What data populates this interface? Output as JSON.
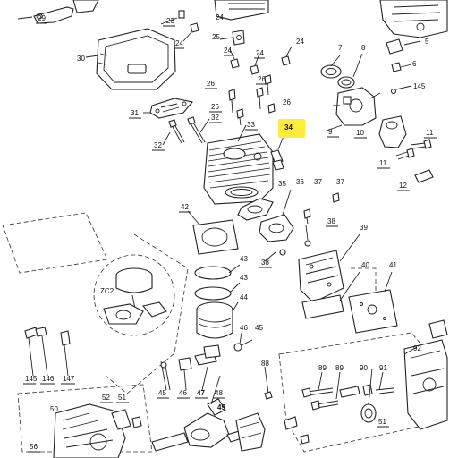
{
  "diagram": {
    "highlight_color": "#ffeb3b",
    "line_color": "#222222",
    "labels": {
      "l29": "29",
      "l30": "30",
      "l23": "23",
      "l24a": "24",
      "l24b": "24",
      "l24c": "24",
      "l24d": "24",
      "l25": "25",
      "l7": "7",
      "l8": "8",
      "l5": "5",
      "l6": "6",
      "l145": "145",
      "l26a": "26",
      "l26b": "26",
      "l26c": "26",
      "l26d": "26",
      "l31": "31",
      "l32a": "32",
      "l32b": "32",
      "l33": "33",
      "l34": "34",
      "l9": "9",
      "l10": "10",
      "l11a": "11",
      "l11b": "11",
      "l12": "12",
      "l35": "35",
      "l36": "36",
      "l37a": "37",
      "l37b": "37",
      "l42": "42",
      "l38a": "38",
      "l38b": "38",
      "l39": "39",
      "l40": "40",
      "l41": "41",
      "l43a": "43",
      "l43b": "43",
      "l44": "44",
      "l46a": "46",
      "l45a": "45",
      "zc2": "ZC2",
      "l145b": "145",
      "l146": "146",
      "l147": "147",
      "l88": "88",
      "l89a": "89",
      "l89b": "89",
      "l90": "90",
      "l91": "91",
      "l92": "92",
      "l45b": "45",
      "l46b": "46",
      "l47": "47",
      "l48": "48",
      "l49": "49",
      "l52": "52",
      "l51a": "51",
      "l51b": "51",
      "l50": "50",
      "l56": "56"
    }
  }
}
